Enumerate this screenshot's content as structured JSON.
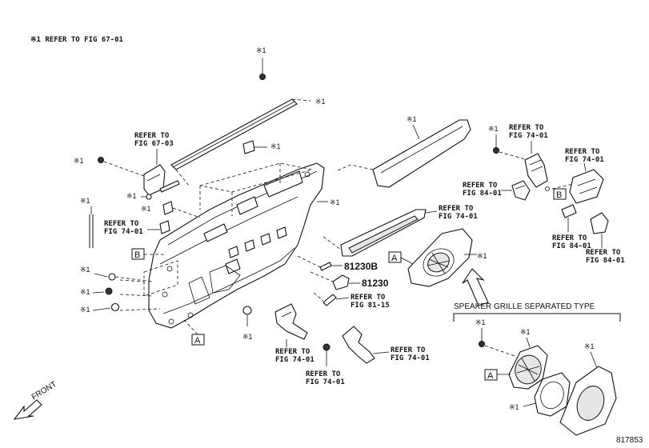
{
  "header_note": "※1 REFER TO FIG 67-01",
  "mark": "※1",
  "refs": {
    "fig_67_03_a": "REFER TO",
    "fig_67_03_b": "FIG 67-03",
    "fig_74_01_left_a": "REFER TO",
    "fig_74_01_left_b": "FIG 74-01",
    "fig_74_01_mid_a": "REFER TO",
    "fig_74_01_mid_b": "FIG 74-01",
    "fig_74_01_tr1_a": "REFER TO",
    "fig_74_01_tr1_b": "FIG 74-01",
    "fig_74_01_tr2_a": "REFER TO",
    "fig_74_01_tr2_b": "FIG 74-01",
    "fig_84_01_a_a": "REFER TO",
    "fig_84_01_a_b": "FIG 84-01",
    "fig_84_01_b_a": "REFER TO",
    "fig_84_01_b_b": "FIG 84-01",
    "fig_84_01_c_a": "REFER TO",
    "fig_84_01_c_b": "FIG 84-01",
    "fig_81_15_a": "REFER TO",
    "fig_81_15_b": "FIG 81-15",
    "fig_74_01_bot1_a": "REFER TO",
    "fig_74_01_bot1_b": "FIG 74-01",
    "fig_74_01_bot2_a": "REFER TO",
    "fig_74_01_bot2_b": "FIG 74-01",
    "fig_74_01_bot3_a": "REFER TO",
    "fig_74_01_bot3_b": "FIG 74-01"
  },
  "part_numbers": {
    "p81230b": "81230B",
    "p81230": "81230"
  },
  "section_title": "SPEAKER GRILLE SEPARATED TYPE",
  "boxes": {
    "a": "A",
    "b": "B"
  },
  "front_label": "FRONT",
  "figure_id": "817853"
}
